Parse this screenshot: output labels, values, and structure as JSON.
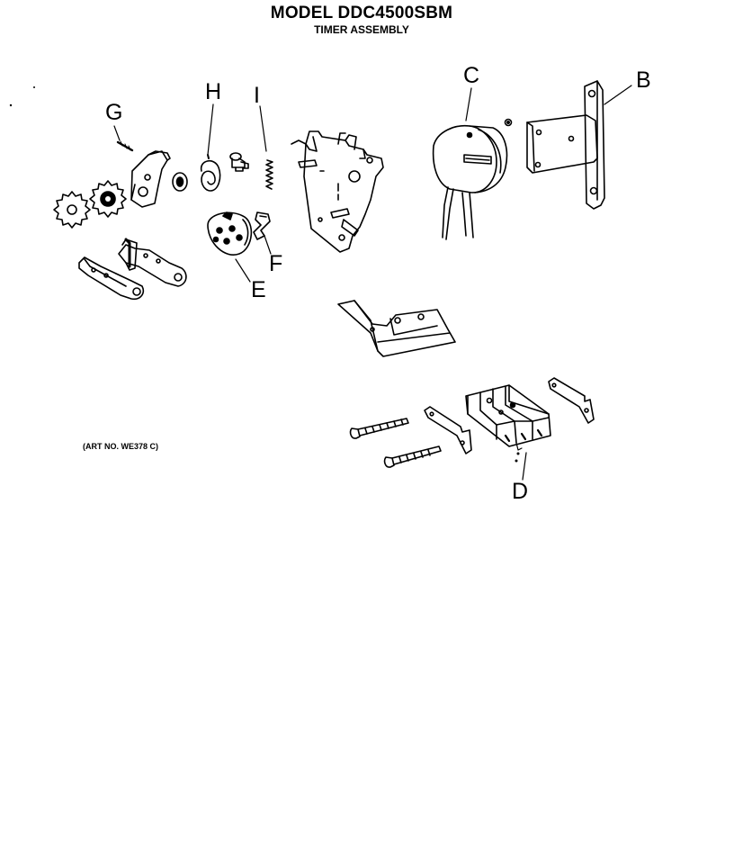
{
  "header": {
    "title": "MODEL DDC4500SBM",
    "subtitle": "TIMER ASSEMBLY"
  },
  "art_number": "(ART NO. WE378 C)",
  "callouts": {
    "a_b": "B",
    "a_c": "C",
    "a_d": "D",
    "a_e": "E",
    "a_f": "F",
    "a_g": "G",
    "a_h": "H",
    "a_i": "I"
  }
}
